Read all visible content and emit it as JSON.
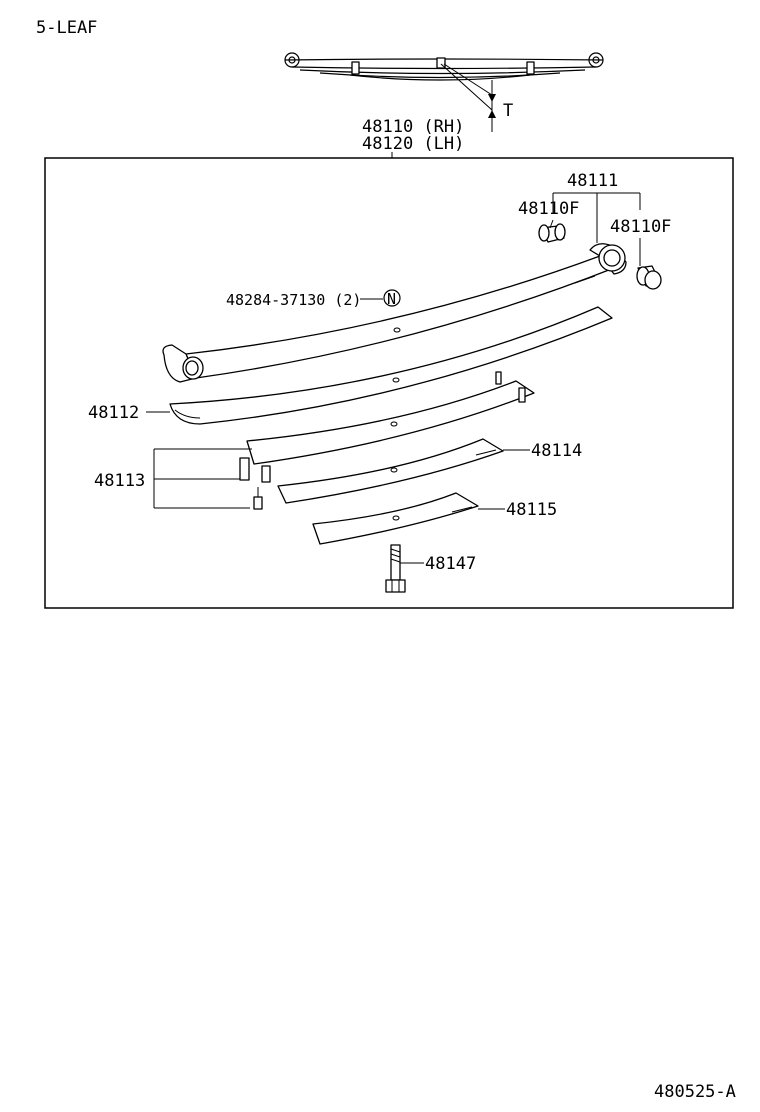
{
  "header": {
    "variant_label": "5-LEAF"
  },
  "overview": {
    "dimension_label": "T"
  },
  "assembly": {
    "callout_rh": "48110 (RH)",
    "callout_lh": "48120 (LH)"
  },
  "callouts": {
    "leaf_no1": "48111",
    "bushing_left": "48110F",
    "bushing_right": "48110F",
    "nut": "48284-37130 (2)",
    "nut_symbol": "N",
    "leaf_no2": "48112",
    "clip_set": "48113",
    "leaf_no4": "48114",
    "leaf_no5": "48115",
    "center_bolt": "48147"
  },
  "footer": {
    "diagram_code": "480525-A"
  }
}
